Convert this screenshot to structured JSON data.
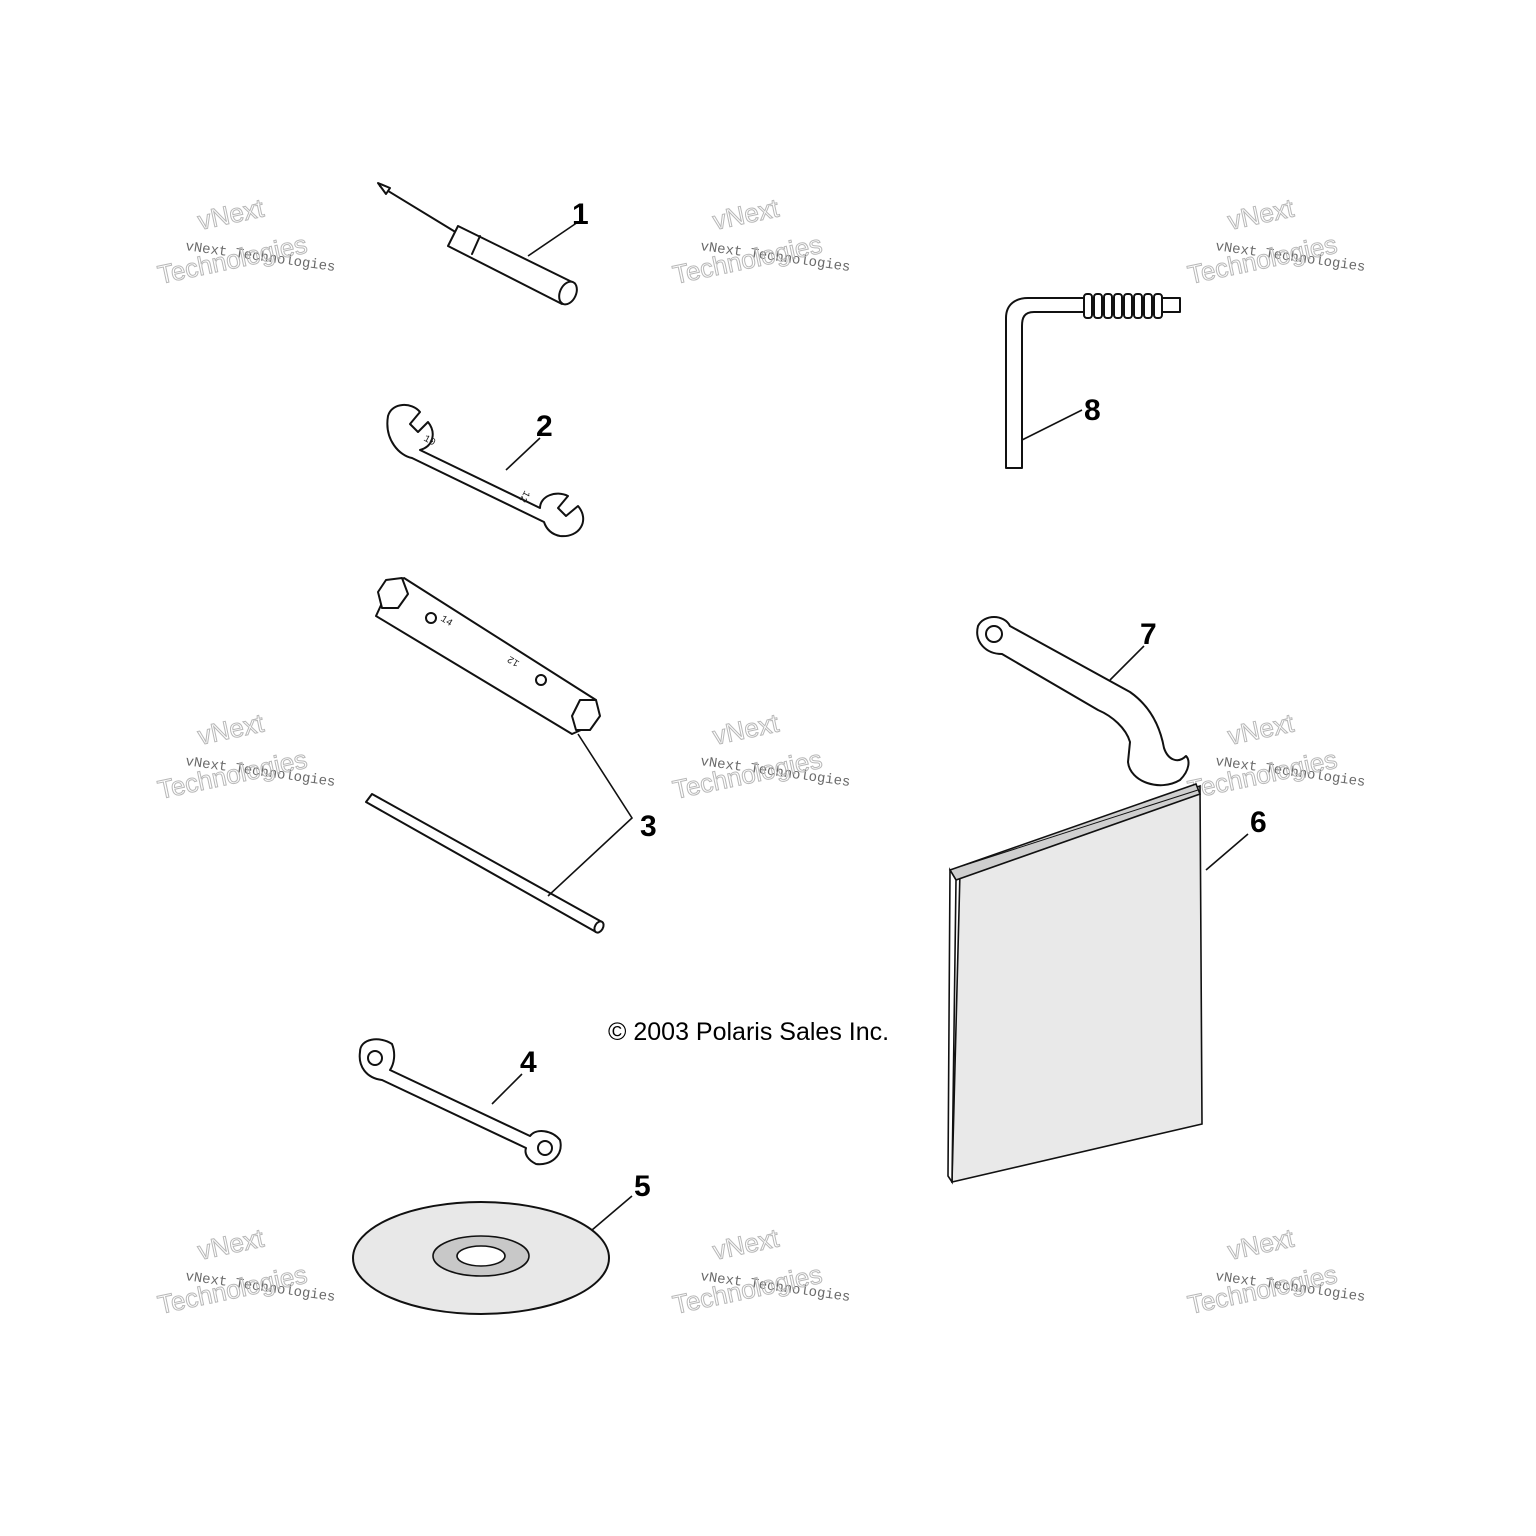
{
  "copyright": "© 2003 Polaris Sales Inc.",
  "watermark": {
    "small": "vNext Technologies",
    "big_top": "vNext",
    "big_bottom": "Technologies",
    "color": "#b8b8b8"
  },
  "callouts": [
    "1",
    "2",
    "3",
    "4",
    "5",
    "6",
    "7",
    "8"
  ],
  "wrench_marks": {
    "w2_a": "10",
    "w2_b": "12",
    "w3_a": "14",
    "w3_b": "12"
  },
  "parts": [
    {
      "id": "1",
      "name": "screwdriver-icon"
    },
    {
      "id": "2",
      "name": "open-end-wrench-icon"
    },
    {
      "id": "3",
      "name": "tube-socket-wrench-and-tommy-bar-icon"
    },
    {
      "id": "4",
      "name": "box-wrench-icon"
    },
    {
      "id": "5",
      "name": "cd-disc-icon"
    },
    {
      "id": "6",
      "name": "owners-manual-booklet-icon"
    },
    {
      "id": "7",
      "name": "spanner-wrench-icon"
    },
    {
      "id": "8",
      "name": "l-handle-tool-icon"
    }
  ]
}
